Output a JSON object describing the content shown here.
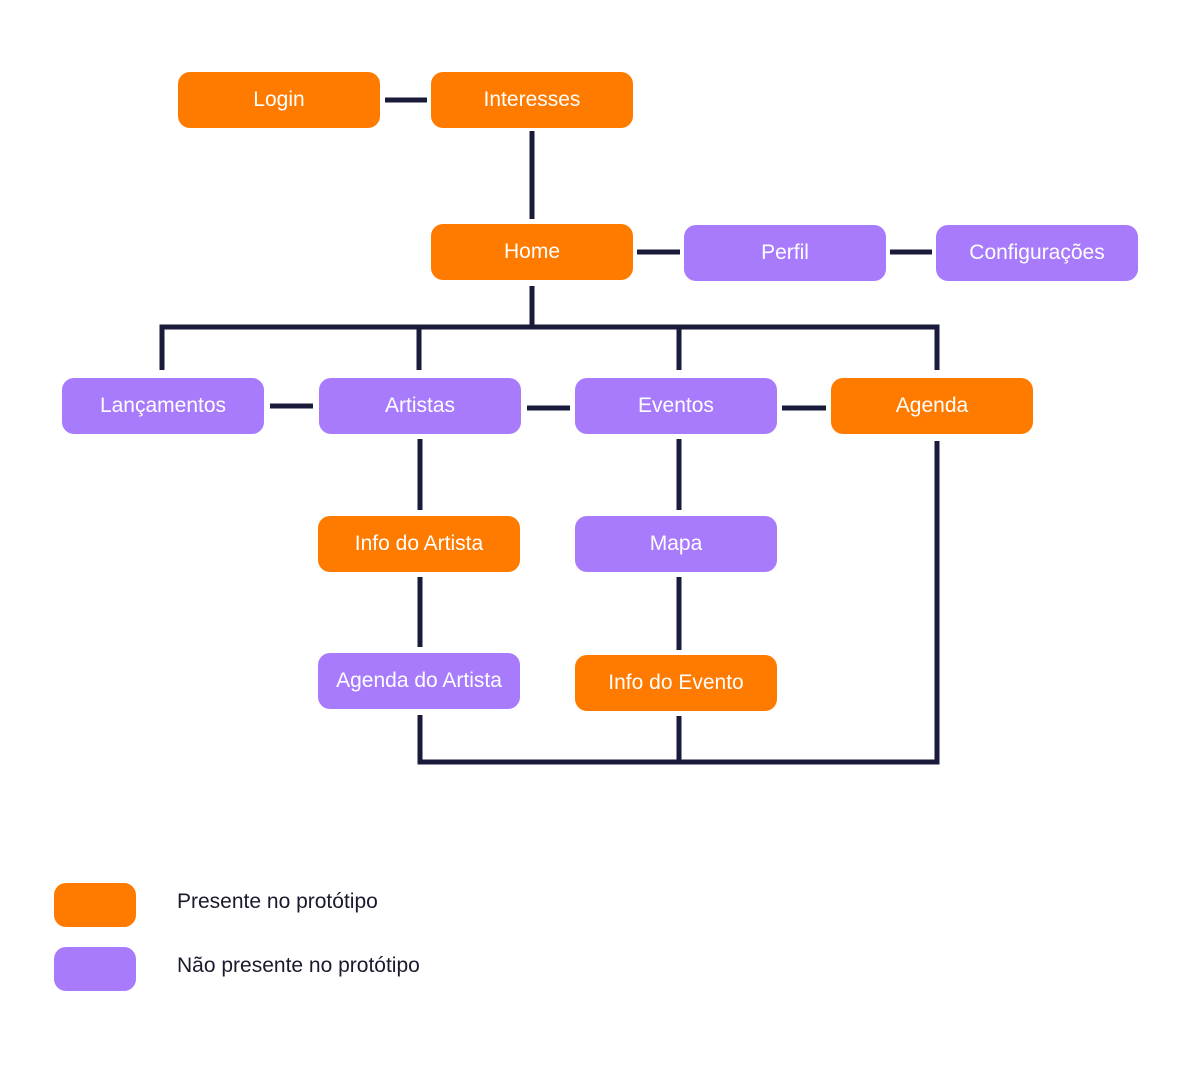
{
  "colors": {
    "present": "#FF7B00",
    "absent": "#A77BFB",
    "connector": "#1A1B3A"
  },
  "nodes": {
    "login": "Login",
    "interesses": "Interesses",
    "home": "Home",
    "perfil": "Perfil",
    "configuracoes": "Configurações",
    "lancamentos": "Lançamentos",
    "artistas": "Artistas",
    "eventos": "Eventos",
    "agenda": "Agenda",
    "info_artista": "Info do Artista",
    "mapa": "Mapa",
    "agenda_artista": "Agenda do Artista",
    "info_evento": "Info do Evento"
  },
  "status": {
    "login": "present",
    "interesses": "present",
    "home": "present",
    "perfil": "absent",
    "configuracoes": "absent",
    "lancamentos": "absent",
    "artistas": "absent",
    "eventos": "absent",
    "agenda": "present",
    "info_artista": "present",
    "mapa": "absent",
    "agenda_artista": "absent",
    "info_evento": "present"
  },
  "legend": {
    "present_label": "Presente no protótipo",
    "absent_label": "Não presente no protótipo"
  }
}
